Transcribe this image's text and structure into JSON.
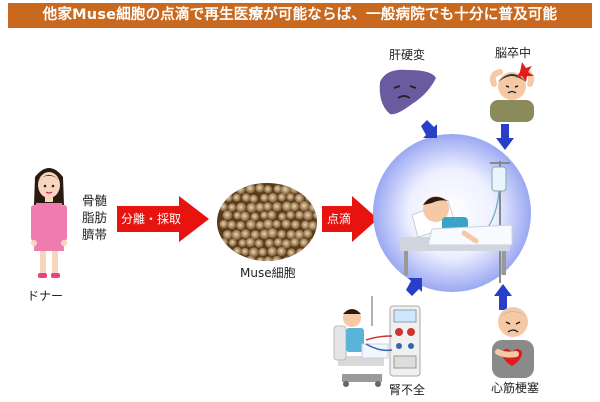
{
  "title": "他家Muse細胞の点滴で再生医療が可能ならば、一般病院でも十分に普及可能",
  "donor": {
    "label": "ドナー",
    "sources": [
      "骨髄",
      "脂肪",
      "臍帯"
    ]
  },
  "arrows": {
    "separate": "分離・採取",
    "drip": "点滴"
  },
  "muse_label": "Muse細胞",
  "diseases": {
    "liver": "肝硬変",
    "stroke": "脳卒中",
    "kidney": "腎不全",
    "heart": "心筋梗塞"
  },
  "colors": {
    "title_bg": "#c8691f",
    "red_arrow": "#e8120f",
    "blue_arrow": "#2a3fc8",
    "circle": "#a9b4f5"
  }
}
